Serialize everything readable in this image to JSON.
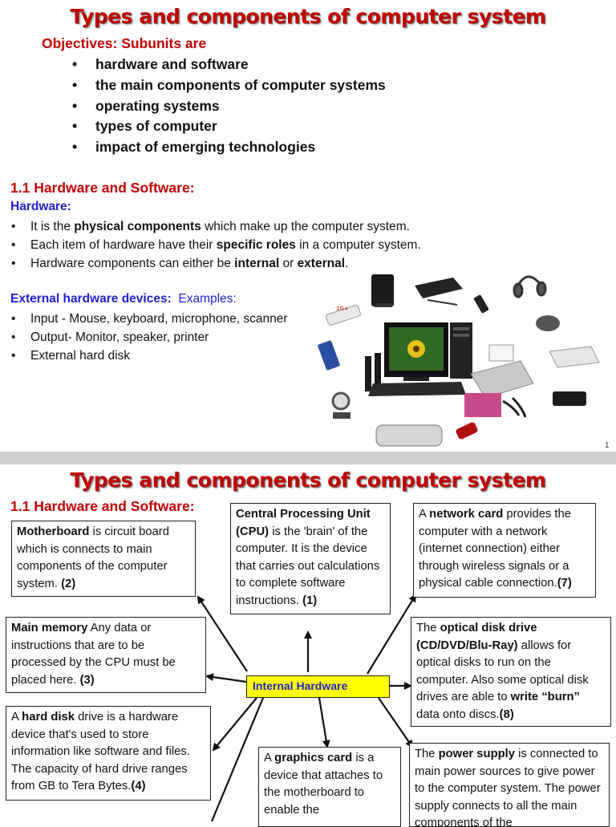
{
  "slide1": {
    "title": "Types and components of computer system",
    "objectives_label": "Objectives:  Subunits are",
    "objectives": [
      "hardware and software",
      "the main components of computer systems",
      "operating systems",
      "types of computer",
      "impact of emerging technologies"
    ],
    "section_heading": "1.1 Hardware and Software:",
    "hardware_label": "Hardware:",
    "hardware_points": [
      {
        "pre": "It is the ",
        "bold": "physical components",
        "post": " which make up the computer system."
      },
      {
        "pre": "Each item of hardware have their ",
        "bold": "specific roles",
        "post": " in a computer system."
      },
      {
        "pre": "Hardware components can either be ",
        "bold": "internal",
        "mid": " or ",
        "bold2": "external",
        "post": "."
      }
    ],
    "external_label": "External hardware devices:",
    "examples_label": "Examples:",
    "external_points": [
      "Input - Mouse, keyboard, microphone, scanner",
      "Output- Monitor, speaker, printer",
      "External hard disk"
    ],
    "usb_label": "1G+",
    "page_number": "1"
  },
  "slide2": {
    "title": "Types and components of computer system",
    "section_heading": "1.1 Hardware and Software:",
    "center_label": "Internal Hardware",
    "boxes": {
      "motherboard": {
        "bold": "Motherboard",
        "text": " is circuit board which is connects to main components of the computer system. ",
        "num": "(2)"
      },
      "cpu": {
        "bold": "Central Processing Unit (CPU)",
        "text": " is the 'brain' of the computer. It is the device that carries out calculations to complete software instructions. ",
        "num": "(1)"
      },
      "network": {
        "pre": "A ",
        "bold": "network card",
        "text": " provides the computer with a network (internet connection) either through wireless signals or a physical cable connection.",
        "num": "(7)"
      },
      "memory": {
        "bold": "Main memory",
        "text": " Any data or instructions that are to be processed by the CPU must be placed here. ",
        "num": "(3)"
      },
      "optical": {
        "pre": "The ",
        "bold": "optical disk drive (CD/DVD/Blu-Ray)",
        "text": " allows for optical disks to run on the computer. Also some optical disk drives are able to ",
        "bold2": "write “burn”",
        "text2": " data onto discs.",
        "num": "(8)"
      },
      "harddisk": {
        "pre": "A ",
        "bold": "hard disk",
        "text": " drive is a hardware device that's used to store information like software and files. The capacity of hard drive ranges from GB to Tera Bytes.",
        "num": "(4)"
      },
      "graphics": {
        "pre": "A ",
        "bold": "graphics card",
        "text": " is a device that attaches to the motherboard to enable the"
      },
      "power": {
        "pre": "The ",
        "bold": "power supply",
        "text": " is connected to main power sources to give power to the computer system. The power supply connects to all the main components of the"
      }
    }
  },
  "colors": {
    "title_red": "#c00000",
    "heading_blue": "#1f1fd0",
    "hub_yellow": "#ffff00",
    "separator_gray": "#cfcfcf"
  }
}
